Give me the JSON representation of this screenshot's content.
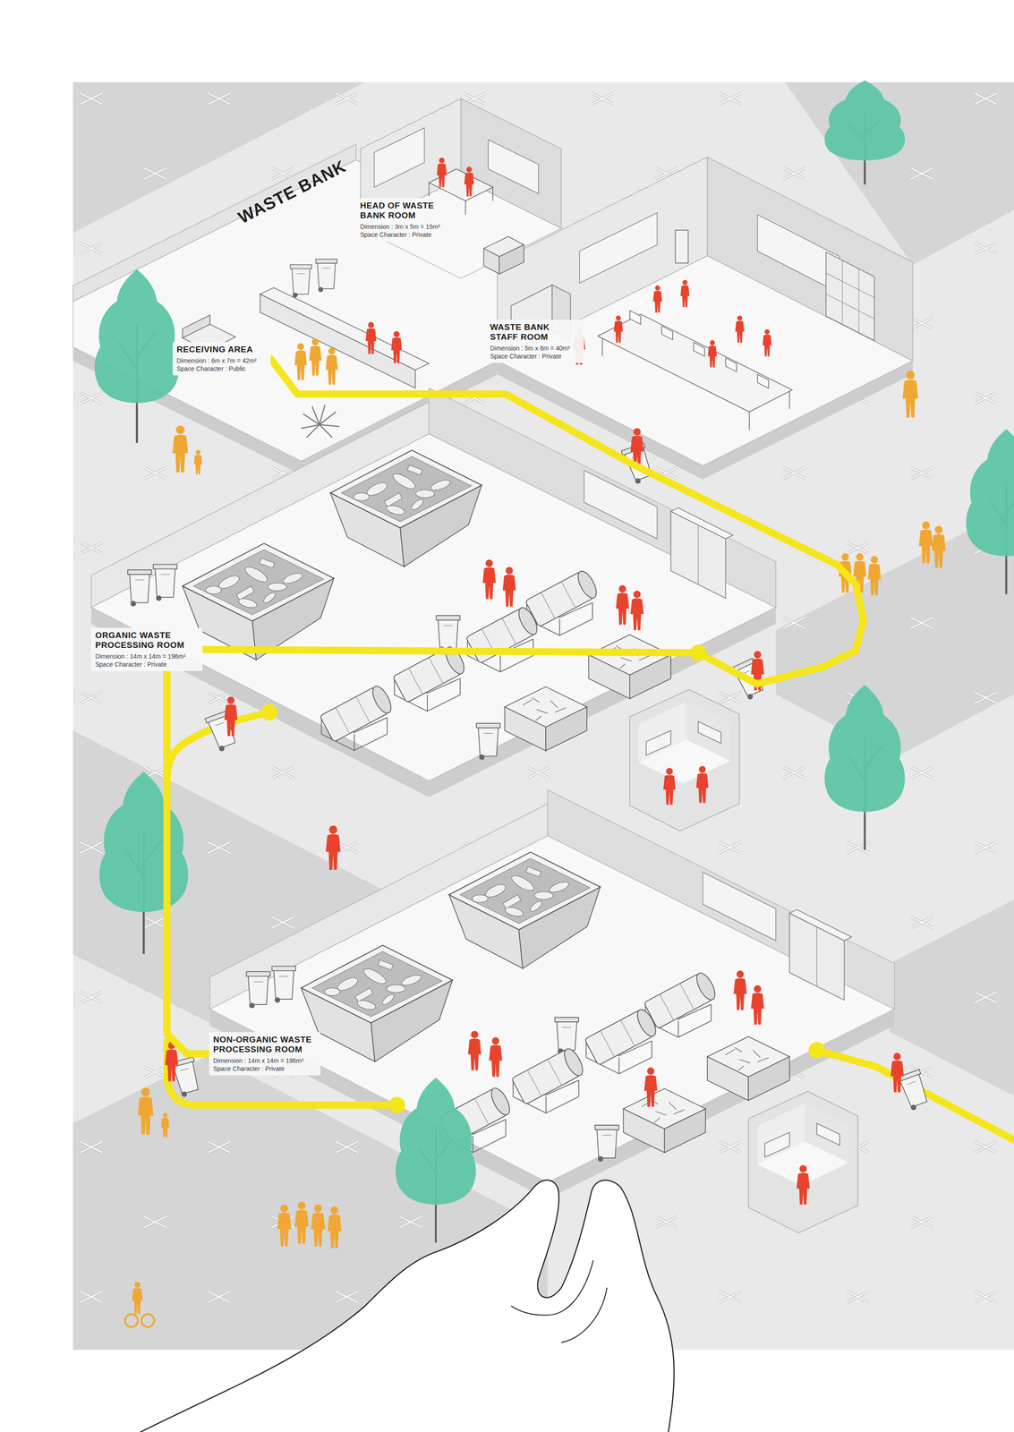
{
  "diagram": {
    "title": "WASTE BANK",
    "nodes": [
      {
        "text": [
          "HEAD OF WASTE BANK ROOM",
          "Dimension : 3m x 5m = 15m²",
          "Space Character : Private"
        ]
      },
      {
        "text": [
          "RECEIVING AREA",
          "Dimension : 6m x 7m = 42m²",
          "Space Character : Public"
        ]
      },
      {
        "text": [
          "WASTE BANK STAFF ROOM",
          "Dimension : 5m x 8m = 40m²",
          "Space Character : Private"
        ]
      },
      {
        "text": [
          "ORGANIC WASTE PROCESSING ROOM",
          "Dimension : 14m x 14m = 196m²",
          "Space Character : Private"
        ]
      },
      {
        "text": [
          "NON-ORGANIC WASTE PROCESSING ROOM",
          "Dimension : 14m x 14m = 196m²",
          "Space Character : Private"
        ]
      }
    ],
    "edges": [
      {
        "from": 1,
        "to": 3,
        "arrow": "none"
      },
      {
        "from": 3,
        "to": 4,
        "arrow": "none"
      }
    ]
  }
}
